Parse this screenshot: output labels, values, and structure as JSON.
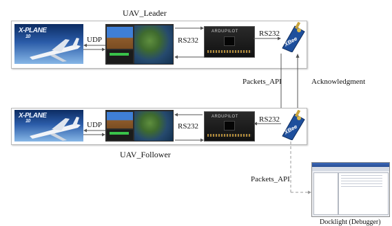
{
  "leader": {
    "title": "UAV_Leader",
    "udp_label": "UDP",
    "rs232_sim_label": "RS232",
    "rs232_xbee_label": "RS232"
  },
  "follower": {
    "title": "UAV_Follower",
    "udp_label": "UDP",
    "rs232_sim_label": "RS232",
    "rs232_xbee_label": "RS232"
  },
  "links": {
    "packets_api": "Packets_API",
    "acknowledgment": "Acknowledgment",
    "packets_api_debug": "Packets_API"
  },
  "debugger": {
    "caption": "Docklight (Debugger)"
  },
  "icons": {
    "xplane_logo": "X-PLANE",
    "xplane_version": "10",
    "xbee_brand": "XBee",
    "board_brand": "ARDUPILOT"
  },
  "colors": {
    "arrow": "#555555",
    "dashed": "#9a9a9a",
    "xbee_blue": "#1e4f9c"
  }
}
